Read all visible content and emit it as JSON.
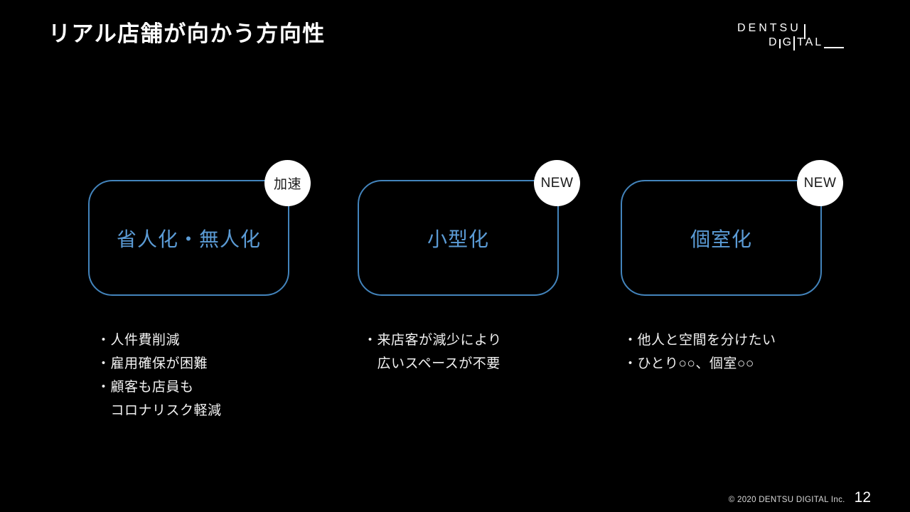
{
  "slide": {
    "title": "リアル店舗が向かう方向性",
    "copyright": "© 2020 DENTSU DIGITAL Inc.",
    "page_number": "12"
  },
  "logo": {
    "dentsu": "DENTSU",
    "d": "D",
    "g": "G",
    "tal": "TAL"
  },
  "colors": {
    "background": "#000000",
    "title_text": "#FFFFFF",
    "body_text": "#F2F2F2",
    "box_border": "#4384BC",
    "box_label": "#5B9BD5",
    "badge_bg": "#FFFFFF",
    "badge_text": "#1A1A1A",
    "footer_text": "#D9D9D9"
  },
  "columns": [
    {
      "badge": "加速",
      "box_label": "省人化・無人化",
      "lines": [
        "・人件費削減",
        "・雇用確保が困難",
        "・顧客も店員も",
        "　コロナリスク軽減"
      ]
    },
    {
      "badge": "NEW",
      "box_label": "小型化",
      "lines": [
        "・来店客が減少により",
        "　広いスペースが不要"
      ]
    },
    {
      "badge": "NEW",
      "box_label": "個室化",
      "lines": [
        "・他人と空間を分けたい",
        "・ひとり○○、個室○○"
      ]
    }
  ]
}
